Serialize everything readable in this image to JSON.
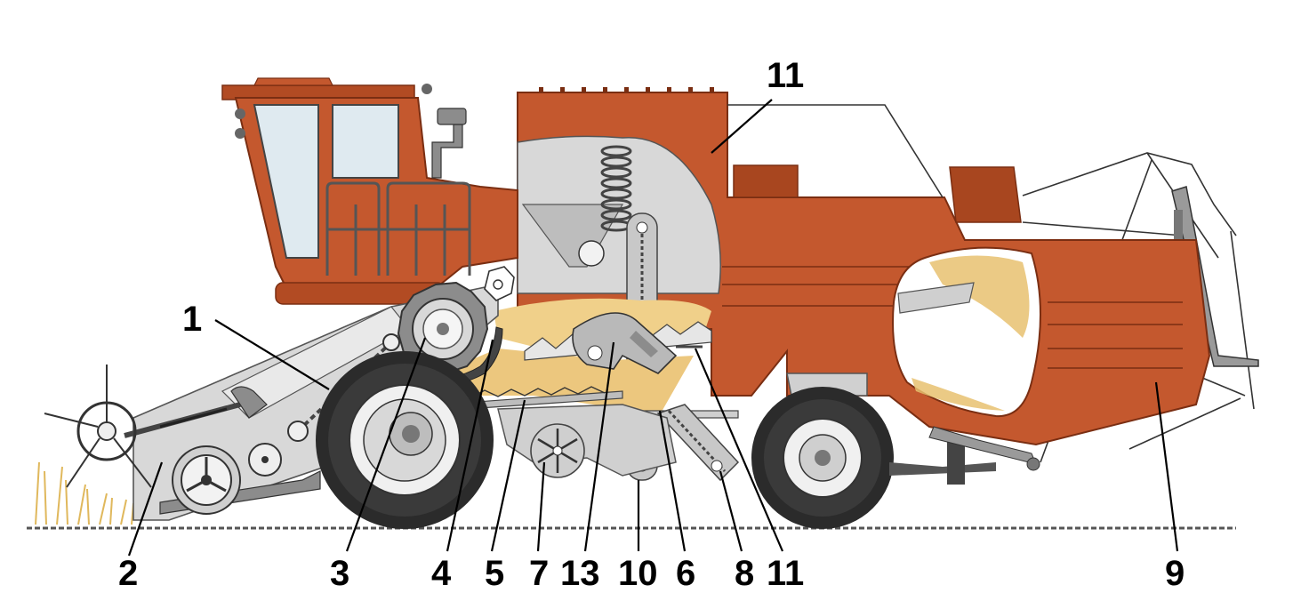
{
  "colors": {
    "body_orange": "#c4582e",
    "body_dark": "#9a3e1e",
    "metal_grey": "#d8d8d8",
    "metal_dark": "#8c8c8c",
    "grain": "#e8c170",
    "tire": "#2b2b2b",
    "ink": "#000000",
    "glass": "#dfeaf0"
  },
  "callouts": [
    {
      "id": "c1",
      "text": "1"
    },
    {
      "id": "c2",
      "text": "2"
    },
    {
      "id": "c3",
      "text": "3"
    },
    {
      "id": "c4",
      "text": "4"
    },
    {
      "id": "c5",
      "text": "5"
    },
    {
      "id": "c7",
      "text": "7"
    },
    {
      "id": "c13",
      "text": "13"
    },
    {
      "id": "c10",
      "text": "10"
    },
    {
      "id": "c6",
      "text": "6"
    },
    {
      "id": "c8",
      "text": "8"
    },
    {
      "id": "c11b",
      "text": "11"
    },
    {
      "id": "c9",
      "text": "9"
    },
    {
      "id": "c11t",
      "text": "11"
    }
  ]
}
